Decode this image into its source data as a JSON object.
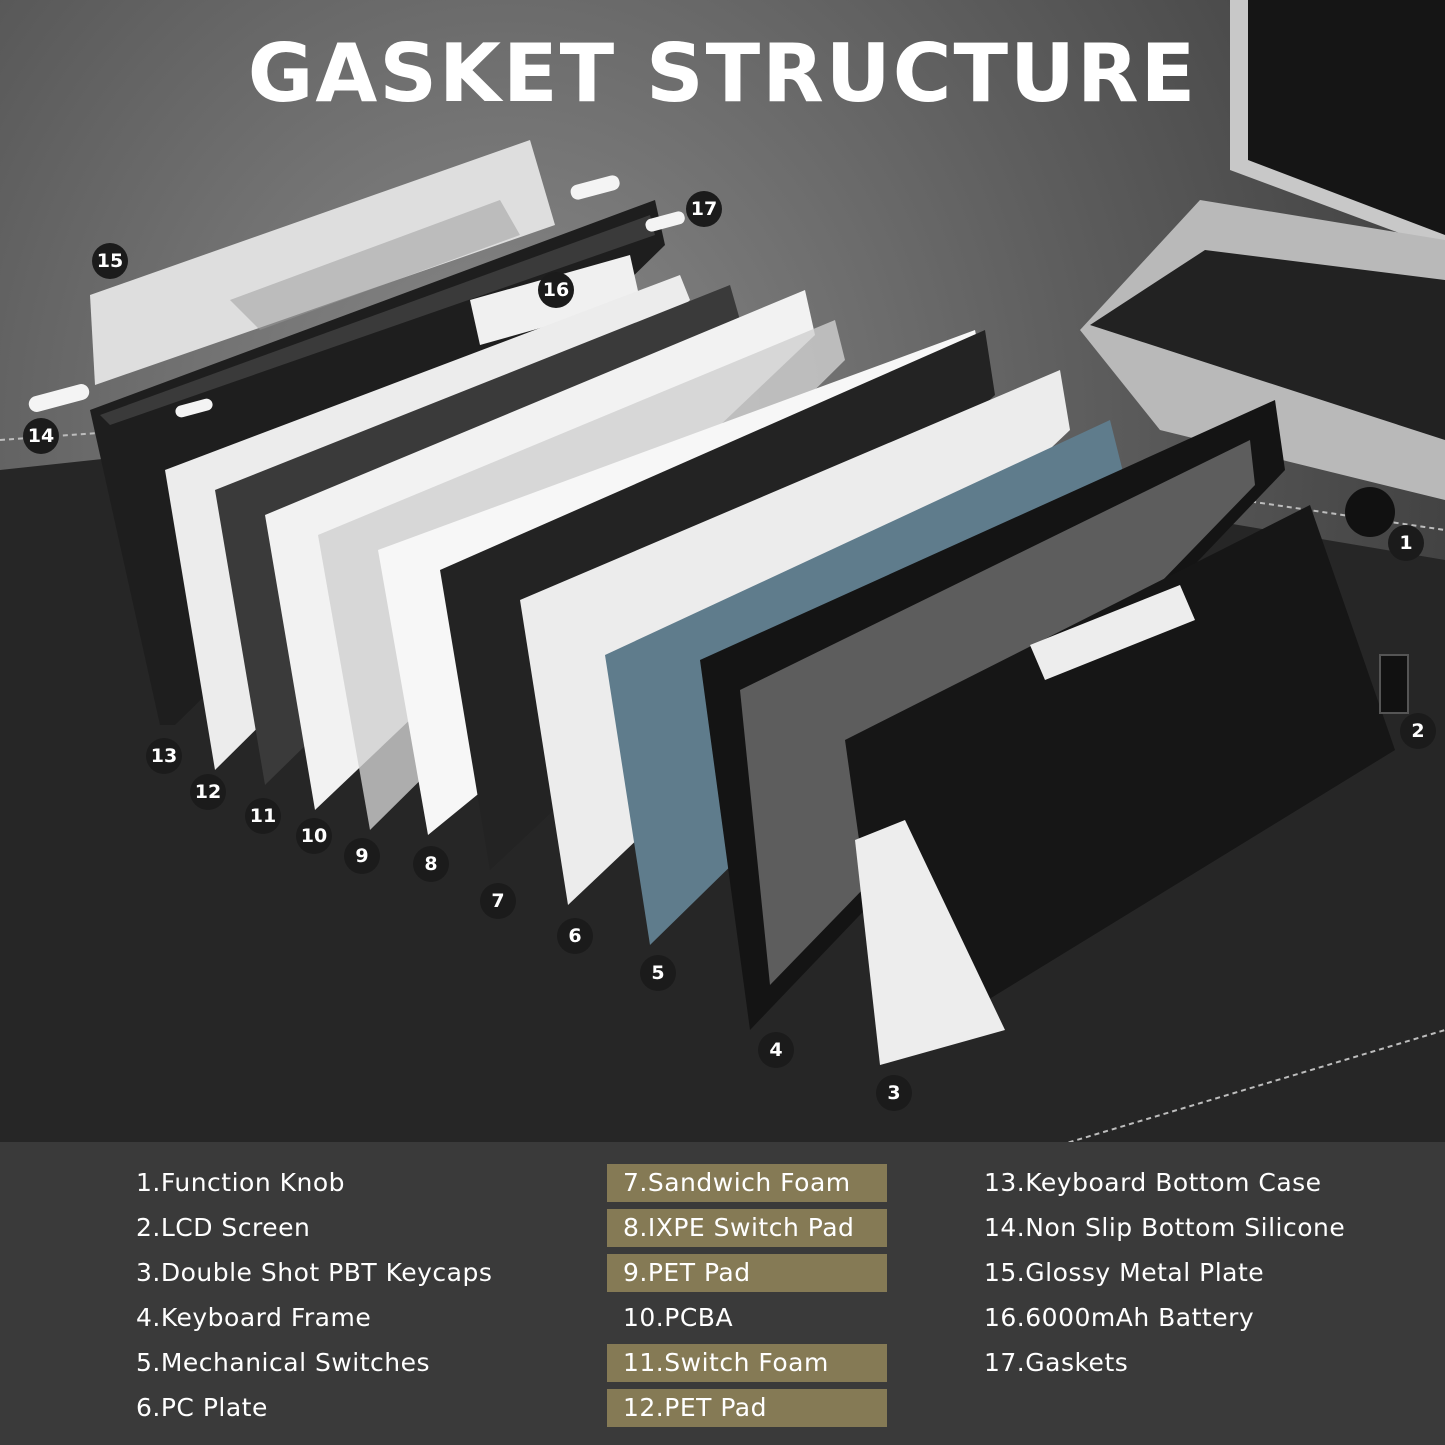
{
  "title": "GASKET STRUCTURE",
  "markers": [
    "1",
    "2",
    "3",
    "4",
    "5",
    "6",
    "7",
    "8",
    "9",
    "10",
    "11",
    "12",
    "13",
    "14",
    "15",
    "16",
    "17"
  ],
  "legend": {
    "col1": [
      "1.Function Knob",
      "2.LCD Screen",
      "3.Double Shot PBT Keycaps",
      "4.Keyboard Frame",
      "5.Mechanical Switches",
      "6.PC Plate"
    ],
    "col2": [
      "7.Sandwich Foam",
      "8.IXPE Switch Pad",
      "9.PET Pad",
      "10.PCBA",
      "11.Switch Foam",
      "12.PET Pad"
    ],
    "col3": [
      "13.Keyboard Bottom Case",
      "14.Non Slip Bottom Silicone",
      "15.Glossy Metal Plate",
      "16.6000mAh Battery",
      "17.Gaskets"
    ]
  },
  "highlight_color": "#857a55"
}
